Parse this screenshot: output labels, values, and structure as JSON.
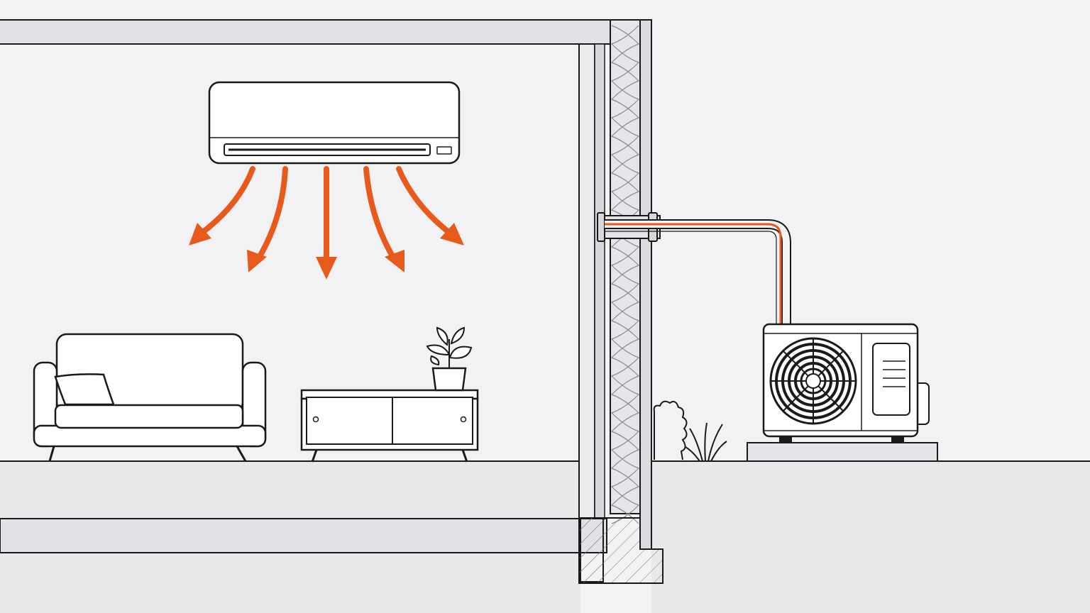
{
  "diagram": {
    "kind": "split air conditioner cross-section illustration",
    "text_labels": []
  },
  "colors": {
    "background": "#f2f2f4",
    "line": "#1a1a1a",
    "wall_fill": "#dcdce0",
    "insulation_fill": "#e6e6ea",
    "ground_fill": "#e9e9ec",
    "furniture_fill": "#ffffff",
    "airflow_accent": "#e85a1b"
  },
  "icons": {
    "indoor_unit": "wall-mounted-ac-icon",
    "outdoor_unit": "condenser-unit-icon",
    "fan": "fan-icon",
    "sofa": "sofa-icon",
    "cabinet": "tv-cabinet-icon",
    "plant": "potted-plant-icon",
    "shrub": "shrub-icon",
    "grass": "grass-icon",
    "airflow": "arrow-down-icon"
  },
  "airflow": {
    "arrow_count": 5,
    "direction": "downward-spreading"
  }
}
